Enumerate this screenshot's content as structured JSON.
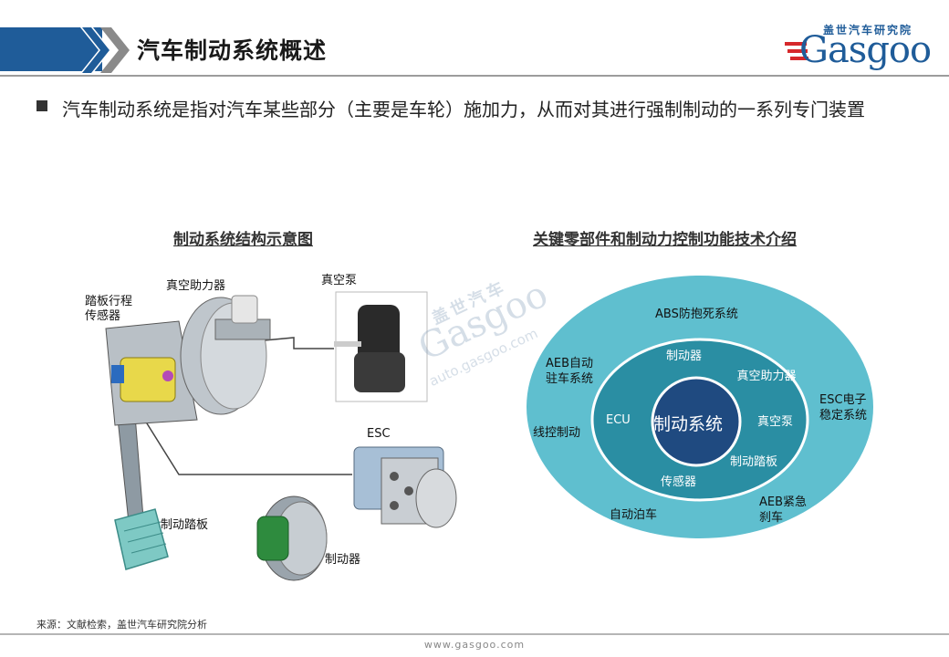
{
  "header": {
    "title": "汽车制动系统概述",
    "logo_cn": "盖世汽车研究院",
    "logo_word": "Gasgoo"
  },
  "bullet": {
    "text": "汽车制动系统是指对汽车某些部分（主要是车轮）施加力，从而对其进行强制制动的一系列专门装置"
  },
  "left_section": {
    "title": "制动系统结构示意图",
    "labels": {
      "pedal_sensor": "踏板行程\n传感器",
      "booster": "真空助力器",
      "vacuum_pump": "真空泵",
      "esc": "ESC",
      "brake_pedal": "制动踏板",
      "brake": "制动器"
    }
  },
  "right_section": {
    "title": "关键零部件和制动力控制功能技术介绍",
    "core": "制动系统",
    "inner_ring": {
      "brake": "制动器",
      "booster": "真空助力器",
      "ecu": "ECU",
      "pump": "真空泵",
      "pedal": "制动踏板",
      "sensor": "传感器"
    },
    "outer_ring": {
      "abs": "ABS防抱死系统",
      "aeb_park": "AEB自动驻车系统",
      "esc": "ESC电子稳定系统",
      "wire": "线控制动",
      "auto_park": "自动泊车",
      "aeb_brake": "AEB紧急刹车"
    },
    "colors": {
      "outer": "#5fbfcf",
      "middle": "#2a8ea3",
      "core": "#1f4a80"
    }
  },
  "watermark": {
    "cn": "盖世汽车",
    "word": "Gasgoo",
    "url": "auto.gasgoo.com"
  },
  "footer": {
    "source": "来源：文献检索，盖世汽车研究院分析",
    "url": "www.gasgoo.com"
  }
}
